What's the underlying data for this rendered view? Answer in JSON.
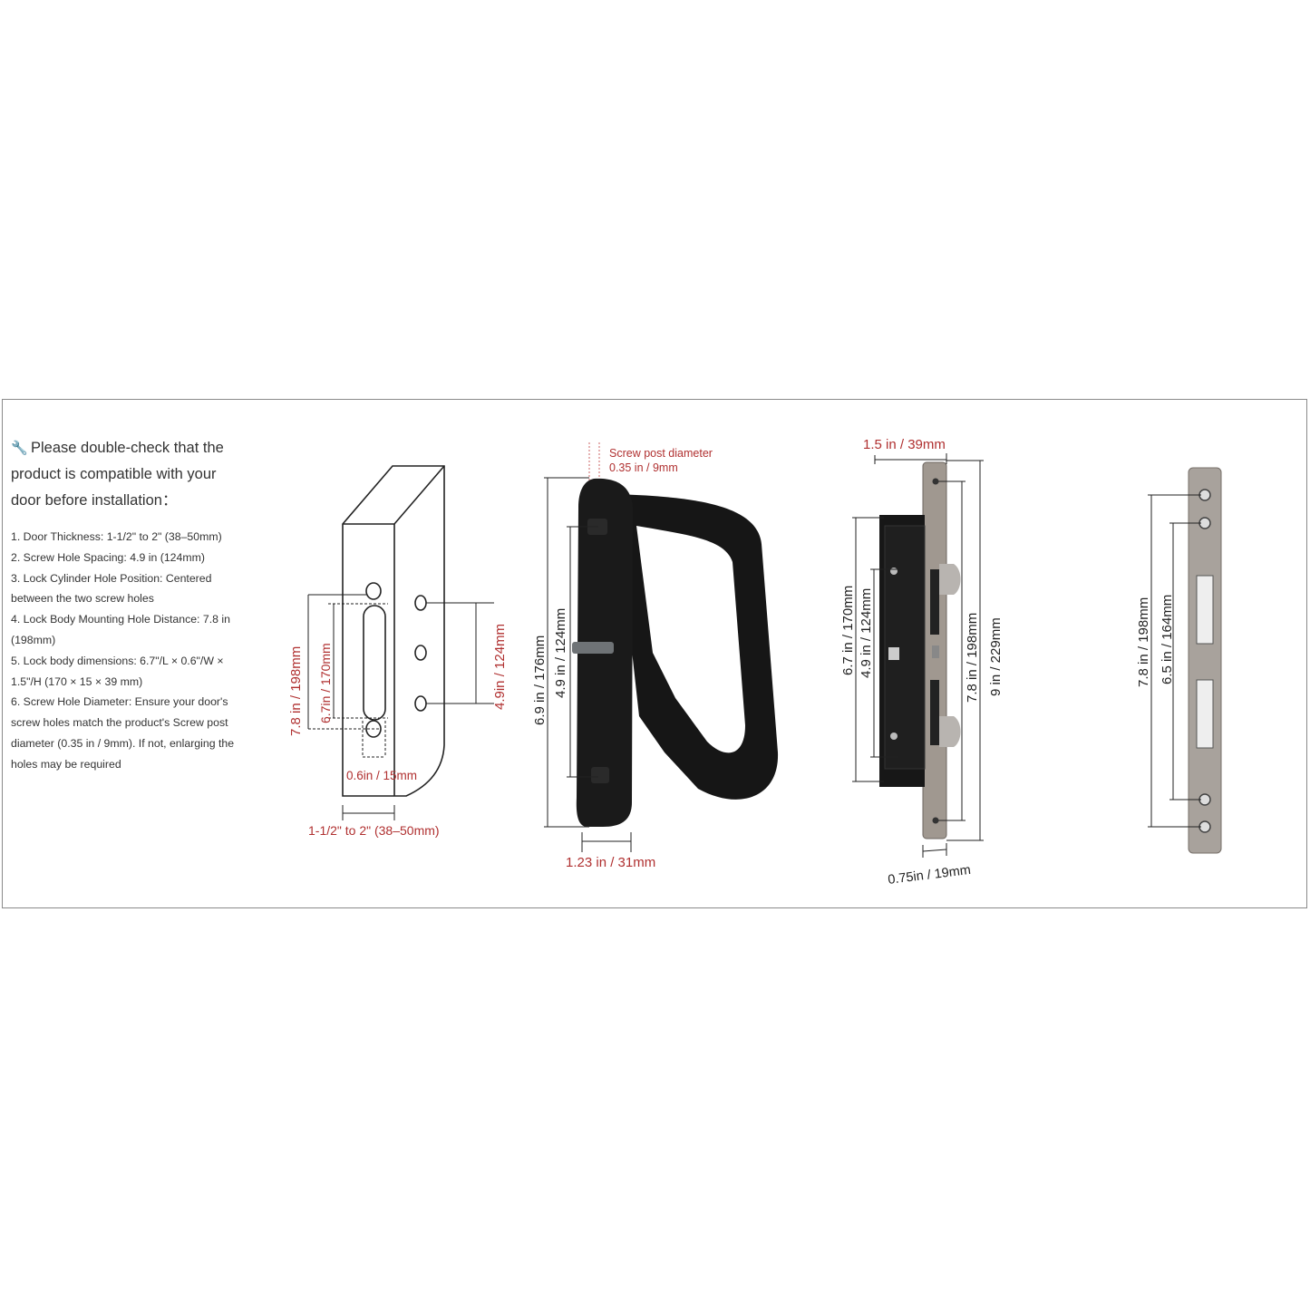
{
  "intro": {
    "icon": "wrench-icon",
    "heading_lines": [
      "Please double-check that the",
      "product is compatible with your",
      "door before installation："
    ],
    "items": [
      "1. Door Thickness: 1-1/2\" to 2\" (38–50mm)",
      "2. Screw Hole Spacing: 4.9 in (124mm)",
      "3. Lock Cylinder Hole Position: Centered",
      "between the two screw holes",
      "4. Lock Body Mounting Hole Distance: 7.8 in",
      "(198mm)",
      "5. Lock body dimensions:  6.7\"/L × 0.6\"/W  ×",
      "1.5\"/H (170 × 15 × 39 mm)",
      "6. Screw Hole Diameter: Ensure your door's",
      "screw holes match the product's Screw post",
      "diameter (0.35 in / 9mm). If not, enlarging the",
      "holes may be required"
    ]
  },
  "door_diagram": {
    "height_outer": "7.8 in / 198mm",
    "height_inner": "6.7in / 170mm",
    "screw_spacing": "4.9in / 124mm",
    "hole_offset": "0.6in / 15mm",
    "thickness": "1-1/2\" to 2\" (38–50mm)"
  },
  "handle_diagram": {
    "post_diameter_line1": "Screw post diameter",
    "post_diameter_line2": "0.35 in / 9mm",
    "height_total": "6.9 in / 176mm",
    "screw_spacing": "4.9 in / 124mm",
    "width": "1.23 in / 31mm"
  },
  "lockbody_diagram": {
    "width": "1.5 in / 39mm",
    "body_length": "6.7 in / 170mm",
    "screw_spacing": "4.9 in / 124mm",
    "mount_spacing": "7.8 in / 198mm",
    "plate_length": "9 in / 229mm",
    "thickness": "0.75in / 19mm"
  },
  "strike_diagram": {
    "mount_spacing": "7.8 in / 198mm",
    "inner_spacing": "6.5 in / 164mm"
  },
  "colors": {
    "label_red": "#b03030",
    "handle_black": "#161616",
    "steel": "#a09890"
  }
}
